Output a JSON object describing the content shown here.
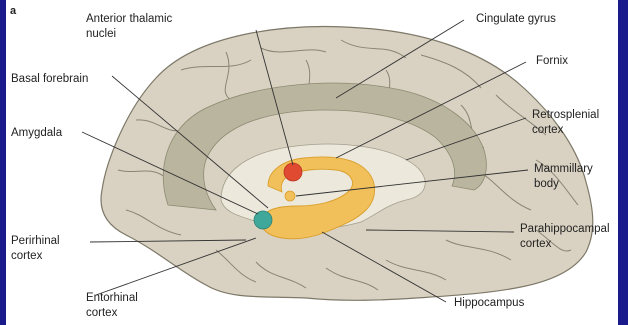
{
  "panel_letter": "a",
  "colors": {
    "background_frame": "#1a1a8c",
    "brain": "#d9d2c2",
    "cingulate": "#b9b59e",
    "hippocampus_fornix": "#f2c05a",
    "anterior_thalamic": "#e04a30",
    "amygdala": "#3fa89a",
    "inner_region": "#ece8dc"
  },
  "labels": {
    "anterior_thalamic_l1": "Anterior thalamic",
    "anterior_thalamic_l2": "nuclei",
    "cingulate_gyrus": "Cingulate gyrus",
    "fornix": "Fornix",
    "basal_forebrain": "Basal forebrain",
    "retrosplenial_l1": "Retrosplenial",
    "retrosplenial_l2": "cortex",
    "amygdala": "Amygdala",
    "mammillary_l1": "Mammillary",
    "mammillary_l2": "body",
    "perirhinal_l1": "Perirhinal",
    "perirhinal_l2": "cortex",
    "parahippocampal_l1": "Parahippocampal",
    "parahippocampal_l2": "cortex",
    "entorhinal_l1": "Entorhinal",
    "entorhinal_l2": "cortex",
    "hippocampus": "Hippocampus"
  }
}
